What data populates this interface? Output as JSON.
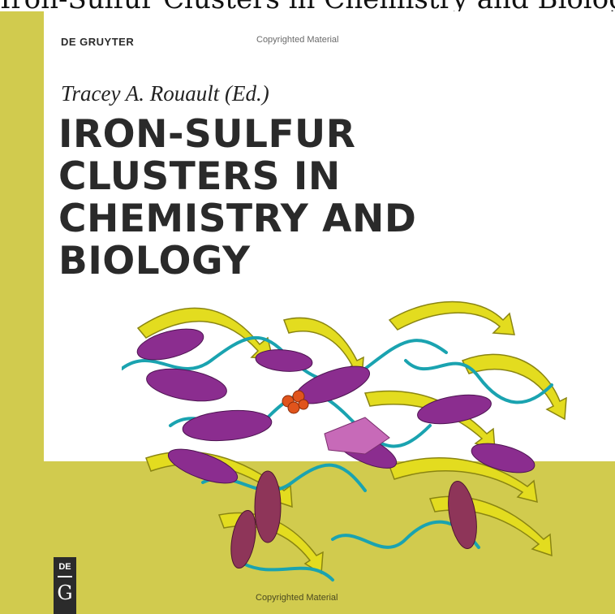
{
  "page_caption": "Iron-Sulfur Clusters in Chemistry and Biology",
  "cover": {
    "publisher": "DE GRUYTER",
    "copyright_notice": "Copyrighted Material",
    "editor": "Tracey A. Rouault (Ed.)",
    "title_lines": [
      "IRON-SULFUR",
      "CLUSTERS IN",
      "CHEMISTRY AND",
      "BIOLOGY"
    ],
    "logo": {
      "top": "DE",
      "bottom": "G"
    },
    "colors": {
      "background": "#d1cb4e",
      "panel": "#ffffff",
      "helix": "#8b2d8f",
      "sheet": "#e3dc1f",
      "coil": "#1aa3b0",
      "cluster": "#e0541c"
    }
  }
}
